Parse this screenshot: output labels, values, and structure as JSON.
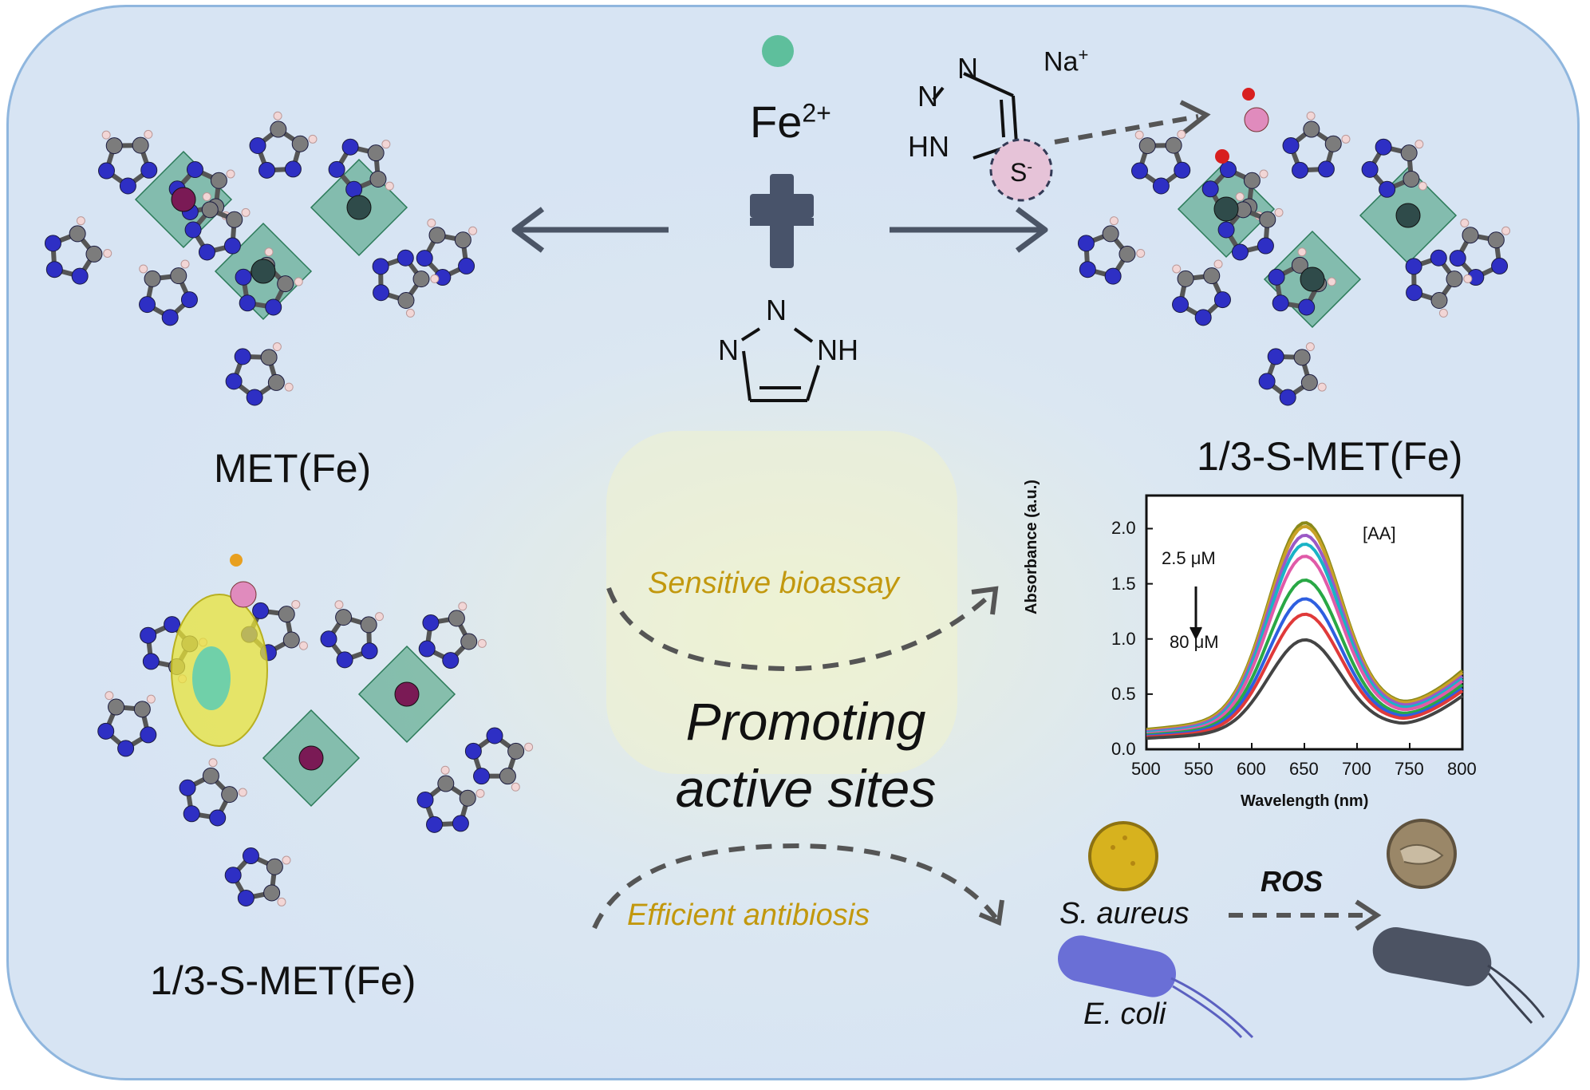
{
  "labels": {
    "met_fe": "MET(Fe)",
    "s_met_fe_top": "1/3-S-MET(Fe)",
    "s_met_fe_bottom": "1/3-S-MET(Fe)",
    "fe_ion": "Fe",
    "fe_charge": "2+",
    "na_ion": "Na",
    "na_charge": "+",
    "thio_hn": "HN",
    "thio_n_top": "N",
    "thio_n_left": "N",
    "thio_s": "S",
    "thio_s_charge": "-",
    "tri_n_top": "N",
    "tri_n_left": "N",
    "tri_nh": "NH",
    "process_bioassay": "Sensitive bioassay",
    "process_antibiosis": "Efficient antibiosis",
    "center_line1": "Promoting",
    "center_line2": "active sites",
    "s_aureus": "S. aureus",
    "e_coli": "E. coli",
    "ros": "ROS"
  },
  "colors": {
    "panel_border": "#8fb6de",
    "fe_ion_dot": "#49b98c",
    "process_text": "#c2980e",
    "arrow": "#4b5566",
    "dashed_arrow": "#555555",
    "nitrogen_atom": "#2e2fc4",
    "carbon_atom": "#7c7c7c",
    "fe_atom": "#7a1a55",
    "polyhedron": "#3e9a74",
    "sulfur_atom": "#e08bbd",
    "oxygen_atom": "#d81f1f",
    "density_isosurface": "#e8e33a"
  },
  "chart_data": {
    "type": "line",
    "title": "",
    "annotation": "[AA]",
    "xlabel": "Wavelength (nm)",
    "ylabel": "Absorbance (a.u.)",
    "xlim": [
      500,
      800
    ],
    "ylim": [
      0.0,
      2.3
    ],
    "xticks": [
      500,
      550,
      600,
      650,
      700,
      750,
      800
    ],
    "yticks": [
      0.0,
      0.5,
      1.0,
      1.5,
      2.0
    ],
    "ytick_labels": [
      "0.0",
      "0.5",
      "1.0",
      "1.5",
      "2.0"
    ],
    "concentration_top": "2.5 μM",
    "concentration_bottom": "80 μM",
    "peak_x": 650,
    "series": [
      {
        "color": "#8a8a1a",
        "peak": 1.85,
        "base500": 0.18,
        "min750": 0.4,
        "end800": 0.67
      },
      {
        "color": "#c9a227",
        "peak": 1.82,
        "base500": 0.17,
        "min750": 0.39,
        "end800": 0.65
      },
      {
        "color": "#9b59c6",
        "peak": 1.75,
        "base500": 0.16,
        "min750": 0.37,
        "end800": 0.62
      },
      {
        "color": "#1ab3c6",
        "peak": 1.68,
        "base500": 0.15,
        "min750": 0.35,
        "end800": 0.6
      },
      {
        "color": "#e05aa8",
        "peak": 1.58,
        "base500": 0.14,
        "min750": 0.33,
        "end800": 0.58
      },
      {
        "color": "#29a845",
        "peak": 1.38,
        "base500": 0.13,
        "min750": 0.3,
        "end800": 0.55
      },
      {
        "color": "#2e5fe0",
        "peak": 1.22,
        "base500": 0.12,
        "min750": 0.28,
        "end800": 0.52
      },
      {
        "color": "#e03a3a",
        "peak": 1.09,
        "base500": 0.11,
        "min750": 0.26,
        "end800": 0.5
      },
      {
        "color": "#444444",
        "peak": 0.88,
        "base500": 0.1,
        "min750": 0.22,
        "end800": 0.46
      }
    ]
  }
}
